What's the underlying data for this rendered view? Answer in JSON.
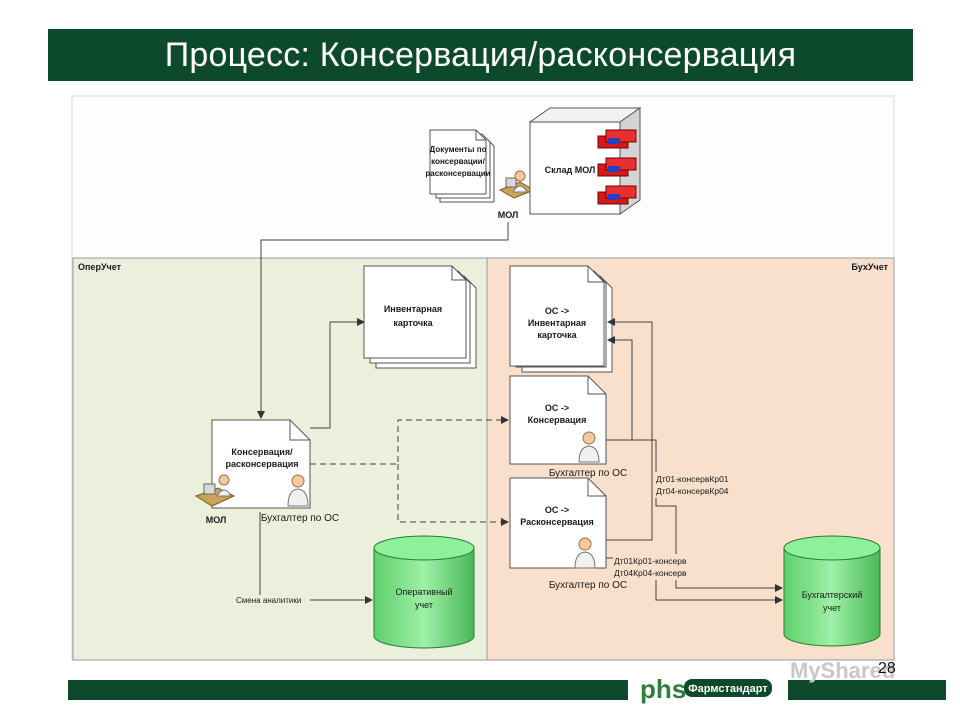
{
  "title": "Процесс: Консервация/расконсервация",
  "top": {
    "docs_label": [
      "Документы по",
      "консервации/",
      "расконсервации"
    ],
    "warehouse_label": "Склад МОЛ",
    "mol_label": "МОЛ"
  },
  "lanes": {
    "left": "ОперУчет",
    "right": "БухУчет"
  },
  "oper": {
    "inv_card": [
      "Инвентарная",
      "карточка"
    ],
    "doc": [
      "Консервация/",
      "расконсервация"
    ],
    "mol_label": "МОЛ",
    "accountant_label": "Бухгалтер по ОС",
    "db": [
      "Оперативный",
      "учет"
    ],
    "change_label": "Смена аналитики"
  },
  "buh": {
    "doc1": [
      "ОС ->",
      "Инвентарная",
      "карточка"
    ],
    "doc2": [
      "ОС ->",
      "Консервация"
    ],
    "doc3": [
      "ОС ->",
      "Расконсервация"
    ],
    "acc1": "Бухгалтер по ОС",
    "acc2": "Бухгалтер по ОС",
    "entries1": [
      "Дт01-консервКр01",
      "Дт04-консервКр04"
    ],
    "entries2": [
      "Дт01Кр01-консерв",
      "Дт04Кр04-консерв"
    ],
    "db": [
      "Бухгалтерский",
      "учет"
    ]
  },
  "footer": {
    "logo_mark": "phs",
    "logo_text": "Фармстандарт",
    "watermark": "MyShared",
    "page_number": "28"
  }
}
